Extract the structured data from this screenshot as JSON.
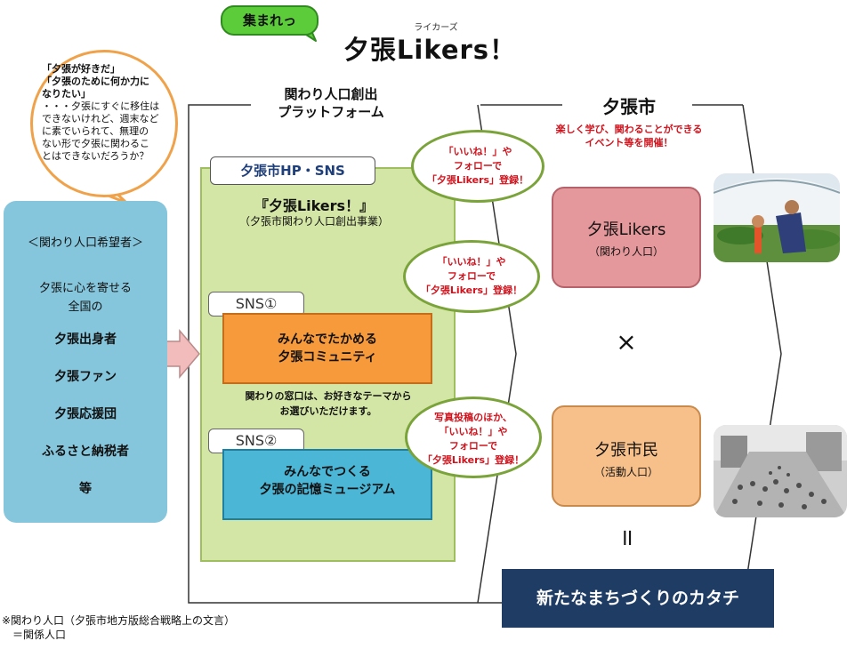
{
  "header": {
    "badge": "集まれっ",
    "ruby": "ライカーズ",
    "title": "夕張Likers！"
  },
  "left_bubble": {
    "line1": "「夕張が好きだ」",
    "line2": "「夕張のために何か力に",
    "line3": "なりたい」",
    "line4": "・・・夕張にすぐに移住は",
    "line5": "できないけれど、週末など",
    "line6": "に素でいられて、無理の",
    "line7": "ない形で夕張に関わるこ",
    "line8": "とはできないだろうか？"
  },
  "left_panel": {
    "heading": "＜関わり人口希望者＞",
    "intro1": "夕張に心を寄せる",
    "intro2": "全国の",
    "items": [
      "夕張出身者",
      "夕張ファン",
      "夕張応援団",
      "ふるさと納税者",
      "等"
    ]
  },
  "platform": {
    "title1": "関わり人口創出",
    "title2": "プラットフォーム",
    "hp_label": "夕張市HP・SNS",
    "likers_title": "『夕張Likers！』",
    "likers_sub": "（夕張市関わり人口創出事業）",
    "sns1_tag": "SNS①",
    "sns1_line1": "みんなでたかめる",
    "sns1_line2": "夕張コミュニティ",
    "window_text1": "関わりの窓口は、お好きなテーマから",
    "window_text2": "お選びいただけます。",
    "sns2_tag": "SNS②",
    "sns2_line1": "みんなでつくる",
    "sns2_line2": "夕張の記憶ミュージアム"
  },
  "callouts": {
    "c1_line1": "「いいね！」や",
    "c1_line2": "フォローで",
    "c1_line3": "「夕張Likers」登録！",
    "c2_line1": "「いいね！」や",
    "c2_line2": "フォローで",
    "c2_line3": "「夕張Likers」登録！",
    "c3_line1": "写真投稿のほか、",
    "c3_line2": "「いいね！」や",
    "c3_line3": "フォローで",
    "c3_line4": "「夕張Likers」登録！"
  },
  "city": {
    "title": "夕張市",
    "sub1": "楽しく学び、関わることができる",
    "sub2": "イベント等を開催！",
    "likers_line1": "夕張Likers",
    "likers_line2": "（関わり人口）",
    "times": "×",
    "citizens_line1": "夕張市民",
    "citizens_line2": "（活動人口）",
    "equals": "॥",
    "result": "新たなまちづくりのカタチ"
  },
  "footnote": {
    "line1": "※関わり人口（夕張市地方版総合戦略上の文言）",
    "line2": "＝関係人口"
  },
  "colors": {
    "accent_green": "#7aa33a",
    "badge_green": "#5ccc3a",
    "left_blue": "#86c6dc",
    "platform_green": "#d3e6a6",
    "sns1_orange": "#f79a3c",
    "sns2_blue": "#4bb6d6",
    "likers_pink": "#e5989b",
    "citizens_peach": "#f7c08a",
    "navy": "#1e3c64",
    "callout_red": "#d0131d"
  }
}
